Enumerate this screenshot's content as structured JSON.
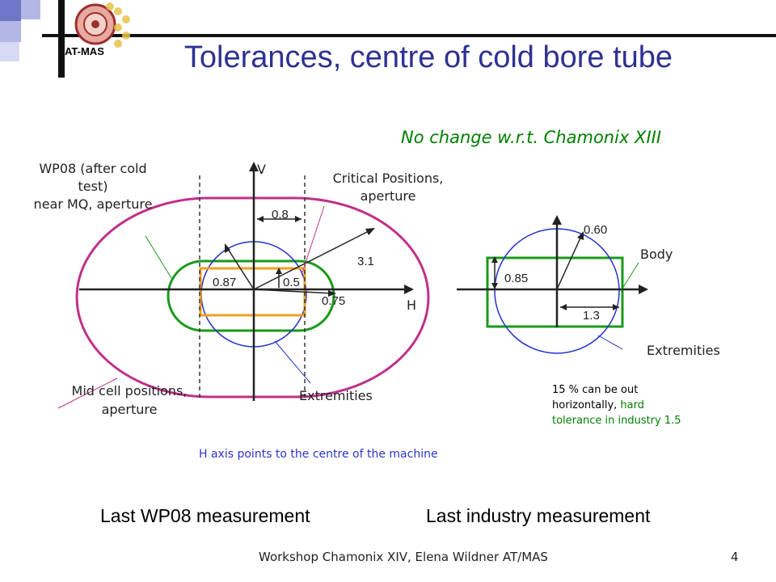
{
  "header": {
    "logo_text": "AT-MAS",
    "title": "Tolerances, centre of cold bore tube"
  },
  "subtitle": "No change w.r.t. Chamonix XIII",
  "left_diagram": {
    "axis_v": "V",
    "axis_h": "H",
    "label_wp08": [
      "WP08 (after cold",
      "test)",
      "near MQ, aperture"
    ],
    "label_critical": [
      "Critical Positions,",
      "aperture"
    ],
    "label_midcell": [
      "Mid cell positions,",
      "aperture"
    ],
    "label_extremities": "Extremities",
    "val_08": "0.8",
    "val_31": "3.1",
    "val_087": "0.87",
    "val_05": "0.5",
    "val_075": "0.75"
  },
  "right_diagram": {
    "val_060": "0.60",
    "val_085": "0.85",
    "val_13": "1.3",
    "label_body": "Body",
    "label_extremities": "Extremities"
  },
  "note_h_axis": "H axis points to the centre of the machine",
  "note_industry": {
    "line1": "15 % can be out",
    "line2_prefix": "horizontally, ",
    "line2_green": "hard",
    "line3_green": "tolerance in industry 1.5"
  },
  "bottom": {
    "left": "Last WP08 measurement",
    "right": "Last industry measurement"
  },
  "footer": {
    "text": "Workshop Chamonix XIV, Elena Wildner AT/MAS",
    "page": "4"
  },
  "colors": {
    "title": "#2e3192",
    "magenta": "#c0308a",
    "green": "#1a9a1a",
    "blue": "#2233cc",
    "orange": "#f0a020"
  }
}
